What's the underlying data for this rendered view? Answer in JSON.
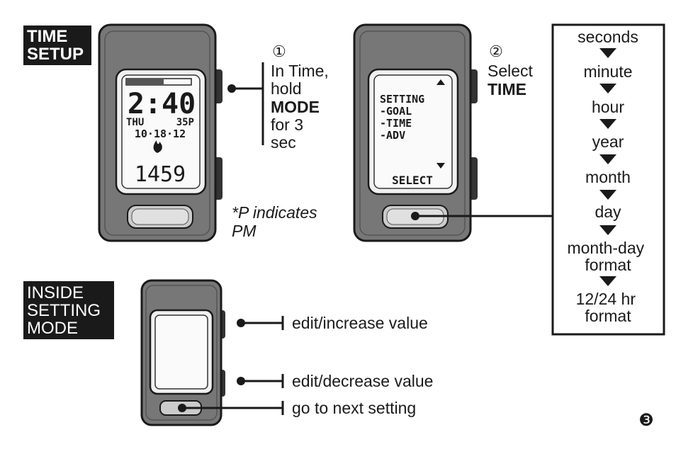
{
  "headers": {
    "time_setup": [
      "TIME",
      "SETUP"
    ],
    "inside_setting": [
      "INSIDE",
      "SETTING",
      "MODE"
    ]
  },
  "steps": {
    "step1": {
      "number": "①",
      "lines": [
        "In Time,",
        "hold",
        "MODE",
        "for 3",
        "sec"
      ]
    },
    "step2": {
      "number": "②",
      "lines": [
        "Select",
        "TIME"
      ]
    }
  },
  "device1": {
    "time": "2:40",
    "day": "THU",
    "day_right": "35P",
    "date": "10·18·12",
    "calorie_icon": "flame-icon",
    "steps": "1459"
  },
  "device2": {
    "menu": [
      "SETTING",
      "-GOAL",
      "-TIME",
      "-ADV"
    ],
    "select": "SELECT"
  },
  "note": [
    "*P indicates",
    "PM"
  ],
  "sequence": [
    "seconds",
    "minute",
    "hour",
    "year",
    "month",
    "day",
    "month-day format",
    "12/24 hr format"
  ],
  "button_labels": {
    "top": "edit/increase value",
    "middle": "edit/decrease value",
    "bottom": "go to next setting"
  },
  "page_marker": "❸"
}
